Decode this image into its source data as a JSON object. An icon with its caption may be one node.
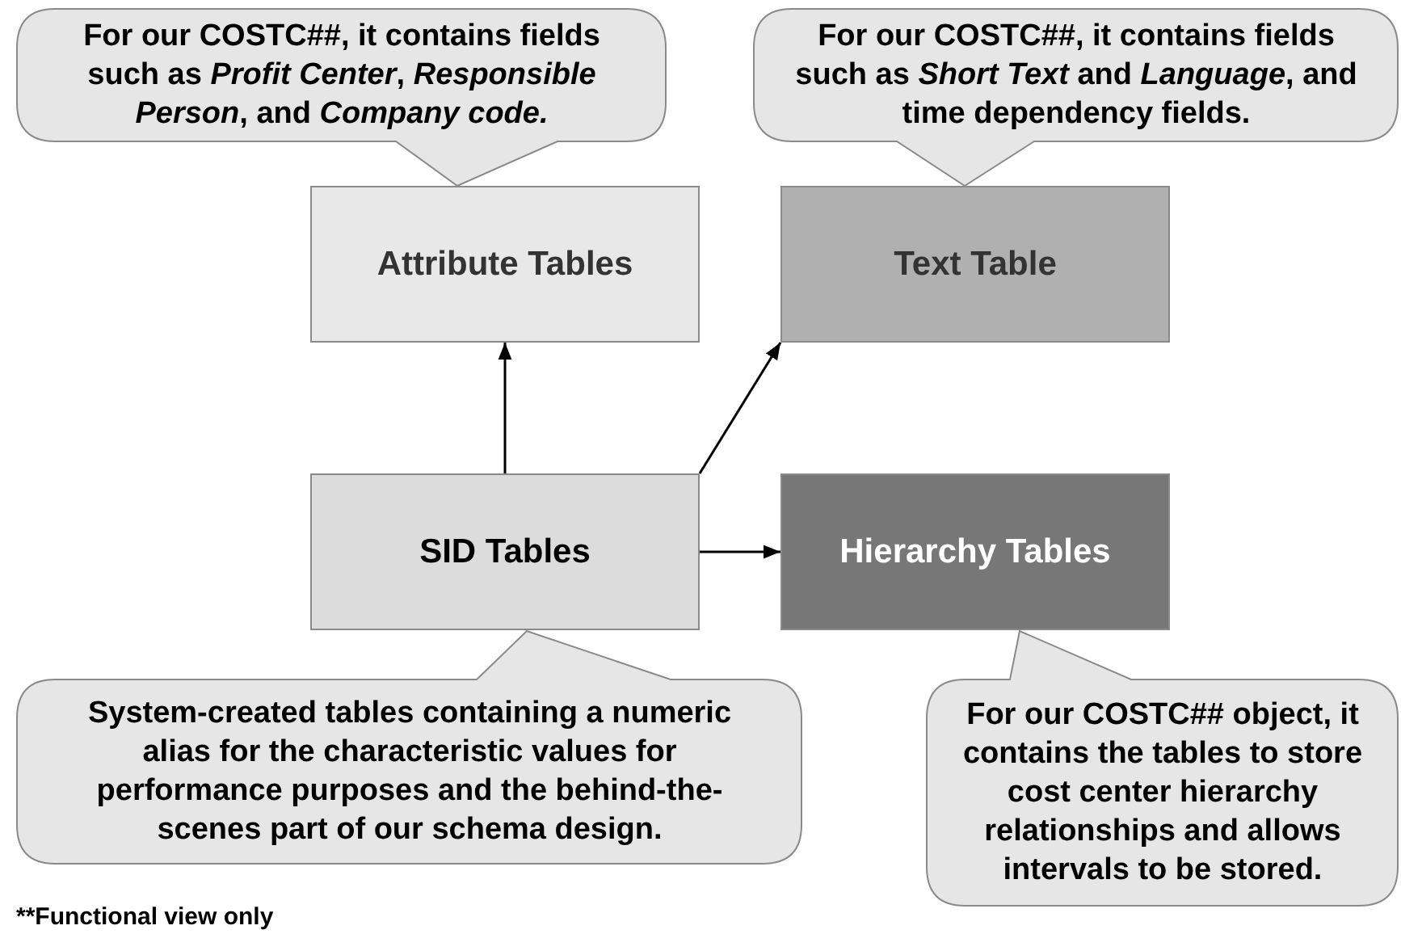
{
  "diagram": {
    "nodes": [
      {
        "text": [
          "For our COSTC##, it contains fields such as *Profit Center*, *Responsible Person*, and *Company code.*"
        ]
      },
      {
        "text": [
          "For our COSTC##, it contains fields such as *Short Text* and *Language*, and time dependency fields."
        ]
      },
      {
        "text": [
          "Attribute Tables"
        ]
      },
      {
        "text": [
          "Text Table"
        ]
      },
      {
        "text": [
          "SID Tables"
        ]
      },
      {
        "text": [
          "Hierarchy Tables"
        ]
      },
      {
        "text": [
          "System-created tables containing a numeric alias for the characteristic values for performance purposes and the behind-the-scenes part of our schema design."
        ]
      },
      {
        "text": [
          "For our COSTC## object, it contains the tables to store cost center hierarchy relationships and allows intervals to be stored."
        ]
      }
    ],
    "edges": [
      {
        "from": 4,
        "to": 2,
        "arrow": "to"
      },
      {
        "from": 4,
        "to": 3,
        "arrow": "to"
      },
      {
        "from": 4,
        "to": 5,
        "arrow": "to"
      }
    ],
    "labels": [
      "**Functional view only"
    ]
  }
}
